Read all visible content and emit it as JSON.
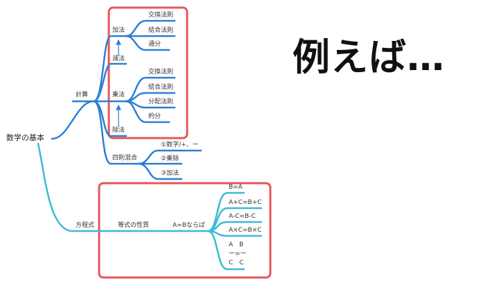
{
  "headline": "例えば…",
  "mindmap": {
    "root": "数学の基本",
    "keisan": {
      "label": "計算",
      "kaho": "加法",
      "kaho_items": [
        "交換法則",
        "結合法則",
        "通分"
      ],
      "genpo": "減法",
      "jouho": "乗法",
      "jouho_items": [
        "交換法則",
        "結合法則",
        "分配法則",
        "約分"
      ],
      "joho": "除法",
      "shisoku": "四則混合",
      "shisoku_items": [
        "①数字/+、ー",
        "②乗除",
        "③加法"
      ]
    },
    "houteishiki": {
      "label": "方程式",
      "seishitsu": "等式の性質",
      "nara": "A=Bならば",
      "items": [
        "B=A",
        "A+C=B+C",
        "A-C=B-C",
        "A×C=B×C"
      ],
      "frac_top": "A　B",
      "frac_mid": "ー=ー",
      "frac_bot": "C　C"
    }
  },
  "colors": {
    "blue": "#2a7fd4",
    "cyan": "#3bbad6",
    "highlight": "#e8545a"
  }
}
